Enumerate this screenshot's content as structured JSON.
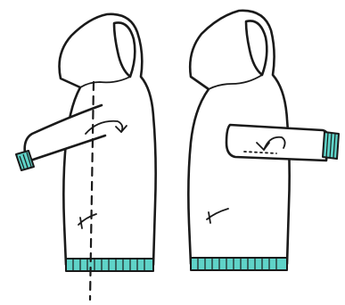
{
  "colors": {
    "outline": "#1a1a1a",
    "background": "#ffffff",
    "ribbing": "#5fd3c8"
  },
  "figures": [
    {
      "id": "left",
      "icon": "hoodie-folding-step-1"
    },
    {
      "id": "right",
      "icon": "hoodie-folding-step-2"
    }
  ]
}
